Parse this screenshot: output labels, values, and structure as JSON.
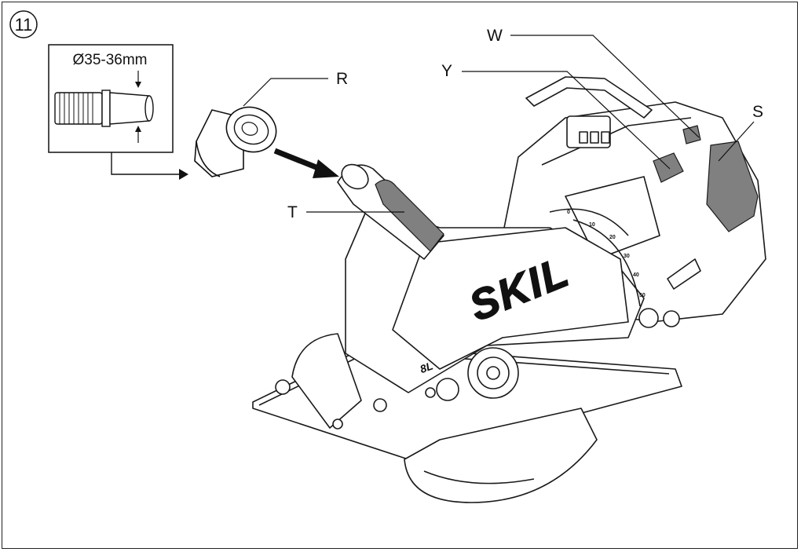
{
  "figure": {
    "step_number": "11",
    "inset": {
      "diameter_label": "Ø35-36mm"
    },
    "callouts": {
      "R": "R",
      "T": "T",
      "W": "W",
      "Y": "Y",
      "S": "S"
    },
    "brand_logo": "SKIL",
    "model_badge": "8L",
    "bevel_scale": [
      "0",
      "10",
      "20",
      "30",
      "40",
      "50"
    ]
  },
  "colors": {
    "line": "#1a1a1a",
    "grip": "#808080",
    "background": "#ffffff"
  }
}
